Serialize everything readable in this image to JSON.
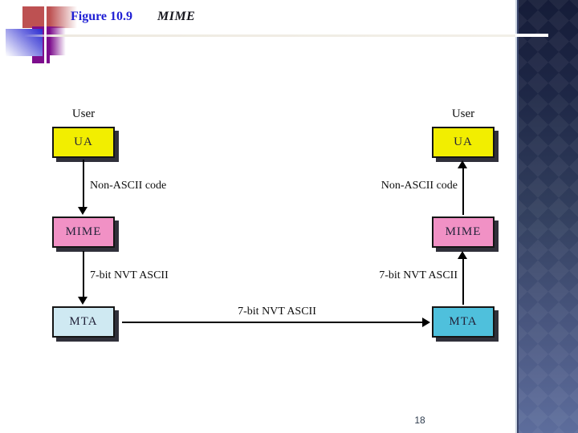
{
  "header": {
    "figure_label": "Figure 10.9",
    "figure_title": "MIME",
    "label_color": "#1f1fd4",
    "title_color": "#15151d"
  },
  "diagram": {
    "left": {
      "user_label": "User",
      "boxes": [
        {
          "label": "UA",
          "fill": "#f2ee00"
        },
        {
          "label": "MIME",
          "fill": "#f191c5"
        },
        {
          "label": "MTA",
          "fill": "#cfe9f2"
        }
      ],
      "arrow1_label": "Non-ASCII code",
      "arrow2_label": "7-bit NVT ASCII"
    },
    "right": {
      "user_label": "User",
      "boxes": [
        {
          "label": "UA",
          "fill": "#f2ee00"
        },
        {
          "label": "MIME",
          "fill": "#f191c5"
        },
        {
          "label": "MTA",
          "fill": "#4fc0dc"
        }
      ],
      "arrow1_label": "Non-ASCII code",
      "arrow2_label": "7-bit NVT ASCII"
    },
    "middle_arrow_label": "7-bit NVT ASCII"
  },
  "footer": {
    "page_number": "18"
  },
  "theme": {
    "sidebar_top": "#151c38",
    "sidebar_bottom": "#5d6d9c",
    "accent_line": "#eeeae1",
    "logo_red": "#bd5152",
    "logo_purple": "#7d0d8d",
    "logo_blue": "#2b2bd0",
    "box_border": "#151515",
    "box_shadow": "#30303a"
  }
}
